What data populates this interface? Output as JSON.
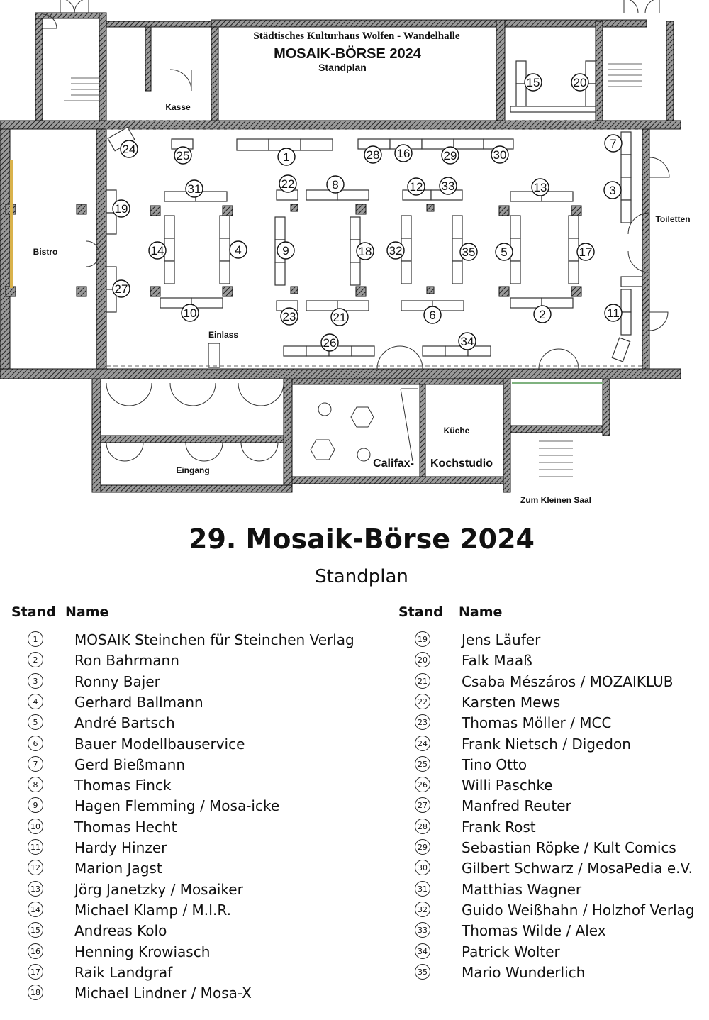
{
  "plan": {
    "venue": "Städtisches Kulturhaus Wolfen - Wandelhalle",
    "title": "MOSAIK-BÖRSE 2024",
    "subtitle": "Standplan",
    "rooms": {
      "kasse": "Kasse",
      "bistro": "Bistro",
      "toiletten": "Toiletten",
      "einlass": "Einlass",
      "eingang": "Eingang",
      "kueche": "Küche",
      "califax": "Califax-",
      "kochstudio": "Kochstudio",
      "kleiner_saal": "Zum Kleinen Saal"
    },
    "stand_numbers": [
      "1",
      "2",
      "3",
      "4",
      "5",
      "6",
      "7",
      "8",
      "9",
      "10",
      "11",
      "12",
      "13",
      "14",
      "15",
      "16",
      "17",
      "18",
      "19",
      "20",
      "21",
      "22",
      "23",
      "24",
      "25",
      "26",
      "27",
      "28",
      "29",
      "30",
      "31",
      "32",
      "33",
      "34",
      "35"
    ]
  },
  "legend": {
    "title": "29. Mosaik-Börse 2024",
    "subtitle": "Standplan",
    "col_stand": "Stand",
    "col_name": "Name",
    "left": [
      {
        "n": "1",
        "name": "MOSAIK Steinchen für Steinchen Verlag"
      },
      {
        "n": "2",
        "name": "Ron Bahrmann"
      },
      {
        "n": "3",
        "name": "Ronny Bajer"
      },
      {
        "n": "4",
        "name": "Gerhard Ballmann"
      },
      {
        "n": "5",
        "name": "André Bartsch"
      },
      {
        "n": "6",
        "name": "Bauer Modellbauservice"
      },
      {
        "n": "7",
        "name": "Gerd Bießmann"
      },
      {
        "n": "8",
        "name": "Thomas Finck"
      },
      {
        "n": "9",
        "name": "Hagen Flemming / Mosa-icke"
      },
      {
        "n": "10",
        "name": "Thomas Hecht"
      },
      {
        "n": "11",
        "name": "Hardy Hinzer"
      },
      {
        "n": "12",
        "name": "Marion Jagst"
      },
      {
        "n": "13",
        "name": "Jörg Janetzky / Mosaiker"
      },
      {
        "n": "14",
        "name": "Michael Klamp / M.I.R."
      },
      {
        "n": "15",
        "name": "Andreas Kolo"
      },
      {
        "n": "16",
        "name": "Henning Krowiasch"
      },
      {
        "n": "17",
        "name": "Raik Landgraf"
      },
      {
        "n": "18",
        "name": "Michael Lindner / Mosa-X"
      }
    ],
    "right": [
      {
        "n": "19",
        "name": "Jens Läufer"
      },
      {
        "n": "20",
        "name": "Falk Maaß"
      },
      {
        "n": "21",
        "name": "Csaba Mészáros / MOZAIKLUB"
      },
      {
        "n": "22",
        "name": "Karsten Mews"
      },
      {
        "n": "23",
        "name": "Thomas Möller / MCC"
      },
      {
        "n": "24",
        "name": "Frank Nietsch / Digedon"
      },
      {
        "n": "25",
        "name": "Tino Otto"
      },
      {
        "n": "26",
        "name": "Willi Paschke"
      },
      {
        "n": "27",
        "name": "Manfred Reuter"
      },
      {
        "n": "28",
        "name": "Frank Rost"
      },
      {
        "n": "29",
        "name": "Sebastian Röpke / Kult Comics"
      },
      {
        "n": "30",
        "name": "Gilbert Schwarz / MosaPedia e.V."
      },
      {
        "n": "31",
        "name": "Matthias Wagner"
      },
      {
        "n": "32",
        "name": "Guido Weißhahn / Holzhof Verlag"
      },
      {
        "n": "33",
        "name": "Thomas Wilde / Alex"
      },
      {
        "n": "34",
        "name": "Patrick Wolter"
      },
      {
        "n": "35",
        "name": "Mario Wunderlich"
      }
    ]
  }
}
